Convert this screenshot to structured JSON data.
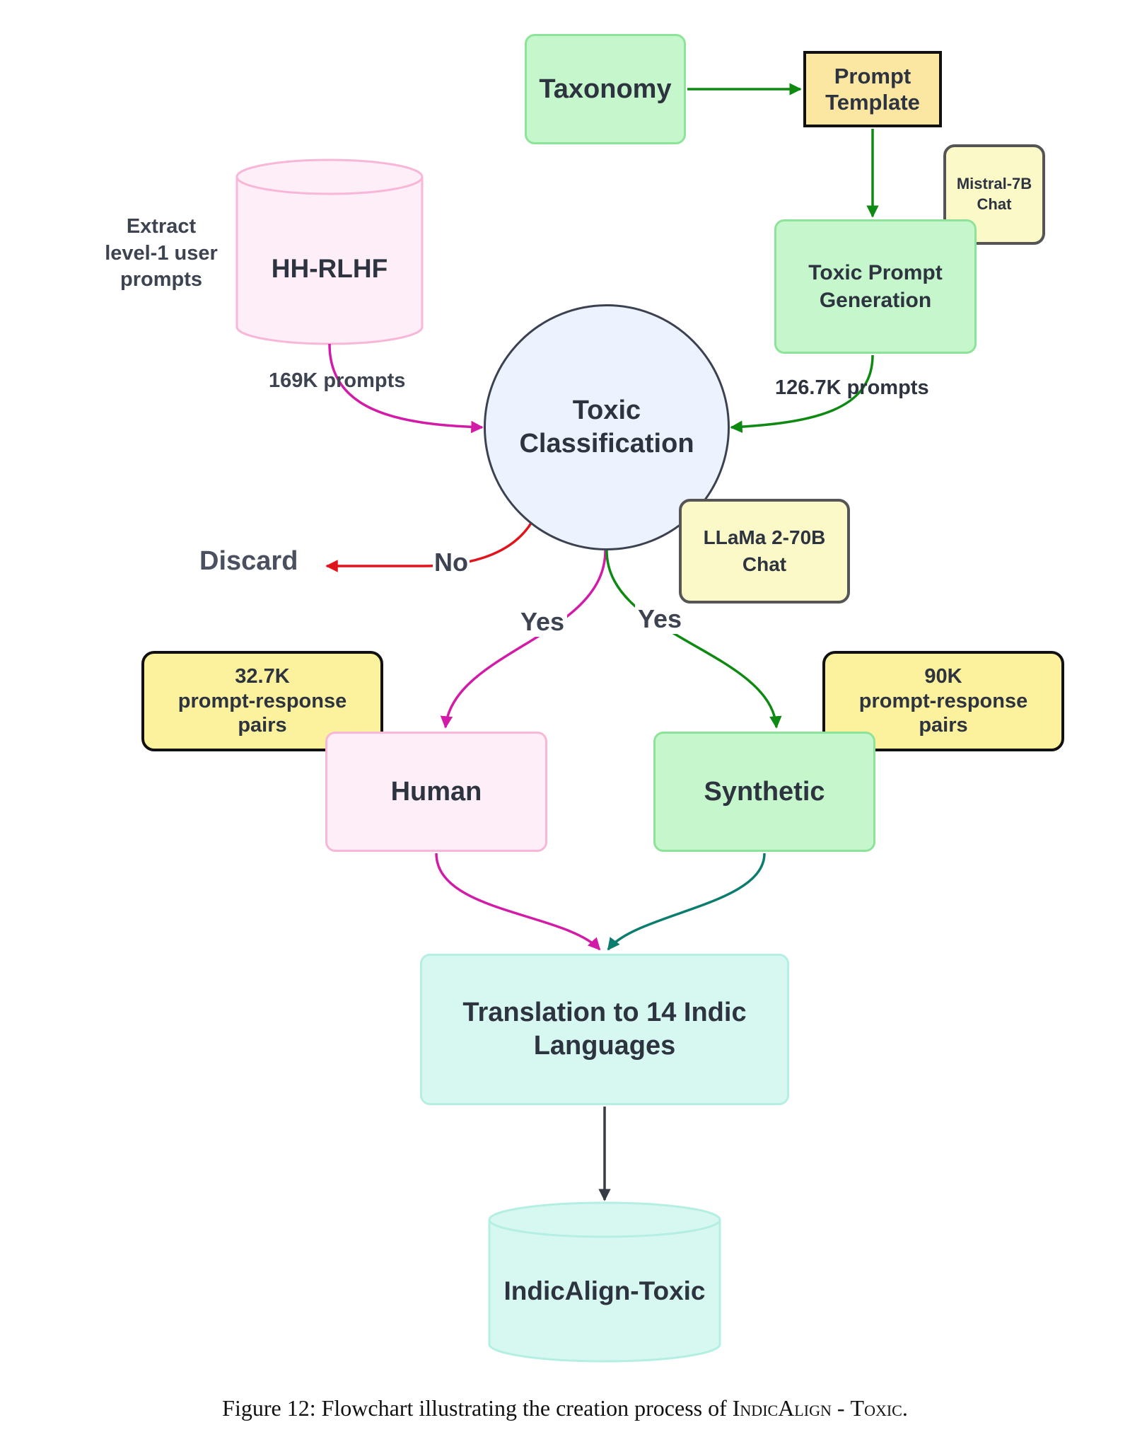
{
  "nodes": {
    "taxonomy": "Taxonomy",
    "prompt_template": [
      "Prompt",
      "Template"
    ],
    "mistral": [
      "Mistral-7B",
      "Chat"
    ],
    "toxic_prompt_generation": [
      "Toxic Prompt",
      "Generation"
    ],
    "hh_rlhf": "HH-RLHF",
    "toxic_classification": [
      "Toxic",
      "Classification"
    ],
    "llama": [
      "LLaMa 2-70B",
      "Chat"
    ],
    "human_pairs": [
      "32.7K",
      "prompt-response",
      "pairs"
    ],
    "synthetic_pairs": [
      "90K",
      "prompt-response",
      "pairs"
    ],
    "human": "Human",
    "synthetic": "Synthetic",
    "translation": [
      "Translation to 14 Indic",
      "Languages"
    ],
    "indicalign_toxic": "IndicAlign-Toxic"
  },
  "labels": {
    "extract_note": [
      "Extract",
      "level-1 user",
      "prompts"
    ],
    "hh_prompts": "169K prompts",
    "generated_prompts": "126.7K prompts",
    "discard": "Discard",
    "no": "No",
    "yes_left": "Yes",
    "yes_right": "Yes"
  },
  "caption": {
    "prefix": "Figure 12: Flowchart illustrating the creation process of ",
    "name_part1": "IndicAlign",
    "separator": " - ",
    "name_part2": "Toxic",
    "suffix": "."
  },
  "colors": {
    "green_arrow": "#0e8a12",
    "magenta_arrow": "#d21ca8",
    "red_arrow": "#e0141b",
    "teal_arrow": "#0b7d6e",
    "dark_arrow": "#363b44",
    "pink_cylinder": "#fdeef7",
    "teal_cylinder": "#d7f8f1"
  }
}
